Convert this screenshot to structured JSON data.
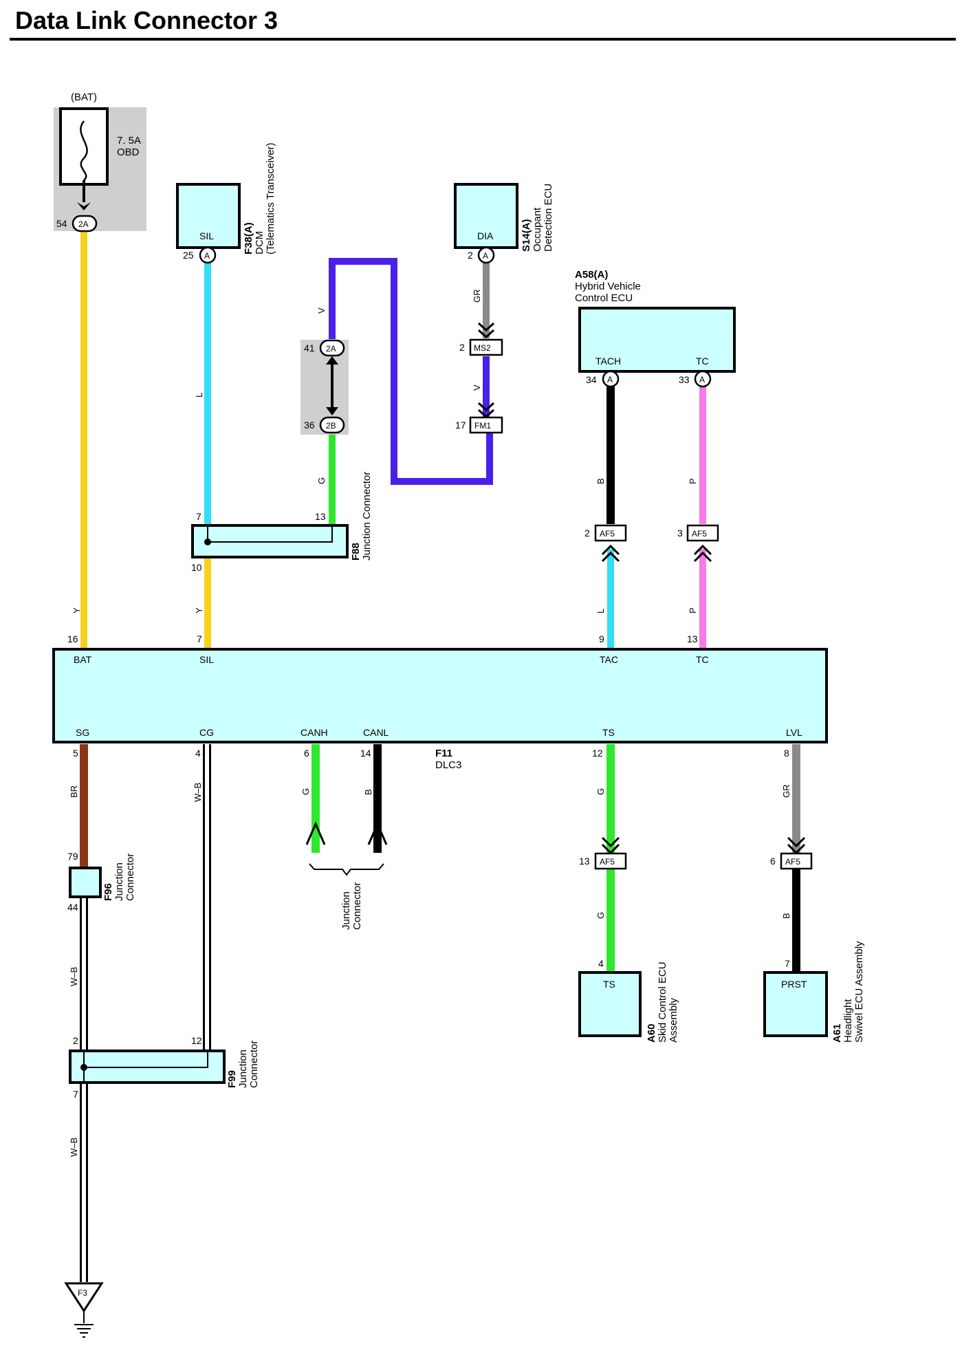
{
  "title": "Data Link Connector 3",
  "colors": {
    "yellow": "#f7d21c",
    "light_blue": "#33ddf5",
    "violet": "#4a1fe8",
    "green": "#2ee82e",
    "gray": "#8a8a8a",
    "black": "#000000",
    "pink": "#f77ae8",
    "brown": "#8a3418",
    "connector_fill": "#ccffff",
    "shade": "#cfcfcf"
  },
  "fuse": {
    "source": "(BAT)",
    "rating": "7. 5A",
    "name": "OBD",
    "pin": "54",
    "conn": "2A"
  },
  "f38": {
    "id": "F38(A)",
    "name": "DCM",
    "desc": "(Telematics Transceiver)",
    "terminal": "SIL",
    "pin": "25",
    "conn": "A"
  },
  "s14": {
    "id": "S14(A)",
    "name1": "Occupant",
    "name2": "Detection ECU",
    "terminal": "DIA",
    "pin": "2",
    "conn": "A"
  },
  "a58": {
    "id": "A58(A)",
    "name1": "Hybrid Vehicle",
    "name2": "Control ECU",
    "t1": "TACH",
    "p1": "34",
    "t2": "TC",
    "p2": "33",
    "conn": "A"
  },
  "jc_2a": {
    "pin": "41",
    "conn": "2A"
  },
  "jc_2b": {
    "pin": "36",
    "conn": "2B"
  },
  "ms2": {
    "pin": "2",
    "conn": "MS2"
  },
  "fm1": {
    "pin": "17",
    "conn": "FM1"
  },
  "f88": {
    "id": "F88",
    "name": "Junction Connector",
    "p_in1": "7",
    "p_in2": "13",
    "p_out": "10"
  },
  "af5_a": {
    "pin": "2",
    "conn": "AF5"
  },
  "af5_b": {
    "pin": "3",
    "conn": "AF5"
  },
  "af5_c": {
    "pin": "13",
    "conn": "AF5"
  },
  "af5_d": {
    "pin": "6",
    "conn": "AF5"
  },
  "f11": {
    "id": "F11",
    "name": "DLC3",
    "top": [
      {
        "term": "BAT",
        "pin": "16"
      },
      {
        "term": "SIL",
        "pin": "7"
      },
      {
        "term": "TAC",
        "pin": "9"
      },
      {
        "term": "TC",
        "pin": "13"
      }
    ],
    "bottom": [
      {
        "term": "SG",
        "pin": "5"
      },
      {
        "term": "CG",
        "pin": "4"
      },
      {
        "term": "CANH",
        "pin": "6"
      },
      {
        "term": "CANL",
        "pin": "14"
      },
      {
        "term": "TS",
        "pin": "12"
      },
      {
        "term": "LVL",
        "pin": "8"
      }
    ]
  },
  "wire_codes": {
    "y1": "Y",
    "l1": "L",
    "v1": "V",
    "gr1": "GR",
    "v2": "V",
    "g1": "G",
    "b1": "B",
    "p1": "P",
    "y2": "Y",
    "l2": "L",
    "p2": "P",
    "br": "BR",
    "wb1": "W–B",
    "g_canh": "G",
    "b_canl": "B",
    "g_ts1": "G",
    "gr_lvl": "GR",
    "g_ts2": "G",
    "b_lvl": "B",
    "wb2": "W–B",
    "wb3": "W–B"
  },
  "jc_can": {
    "line1": "Junction",
    "line2": "Connector"
  },
  "f96": {
    "id": "F96",
    "name1": "Junction",
    "name2": "Connector",
    "p_in": "79",
    "p_out": "44"
  },
  "f99": {
    "id": "F99",
    "name1": "Junction",
    "name2": "Connector",
    "p1": "2",
    "p2": "12",
    "p3": "7"
  },
  "a60": {
    "id": "A60",
    "name1": "Skid Control ECU",
    "name2": "Assembly",
    "terminal": "TS",
    "pin": "4"
  },
  "a61": {
    "id": "A61",
    "name1": "Headlight",
    "name2": "Swivel ECU Assembly",
    "terminal": "PRST",
    "pin": "7"
  },
  "ground": {
    "id": "F3"
  }
}
